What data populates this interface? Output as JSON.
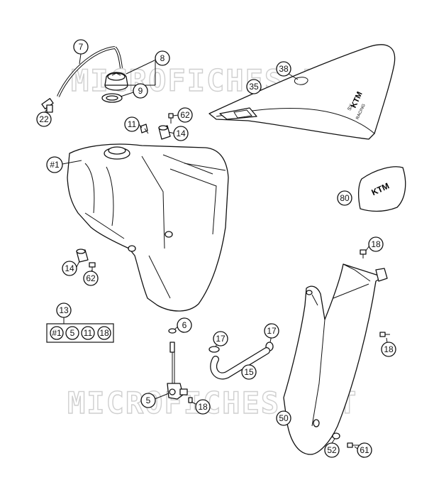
{
  "watermark": {
    "text": "MICROFICHES.NET"
  },
  "seat_decal": {
    "brand": "KTM",
    "model": "SX",
    "tag": "RACING"
  },
  "tank_decal": {
    "brand": "KTM"
  },
  "kit_box": {
    "title": "13",
    "items": [
      "#1",
      "5",
      "11",
      "18"
    ]
  },
  "callouts": {
    "c7": "7",
    "c8": "8",
    "c9": "9",
    "c22": "22",
    "c38": "38",
    "c35": "35",
    "c11": "11",
    "c62a": "62",
    "c14a": "14",
    "c1": "#1",
    "c80": "80",
    "c14b": "14",
    "c62b": "62",
    "c18a": "18",
    "c6": "6",
    "c17a": "17",
    "c17b": "17",
    "c18b": "18",
    "c15": "15",
    "c5": "5",
    "c18c": "18",
    "c50": "50",
    "c52": "52",
    "c61": "61"
  }
}
